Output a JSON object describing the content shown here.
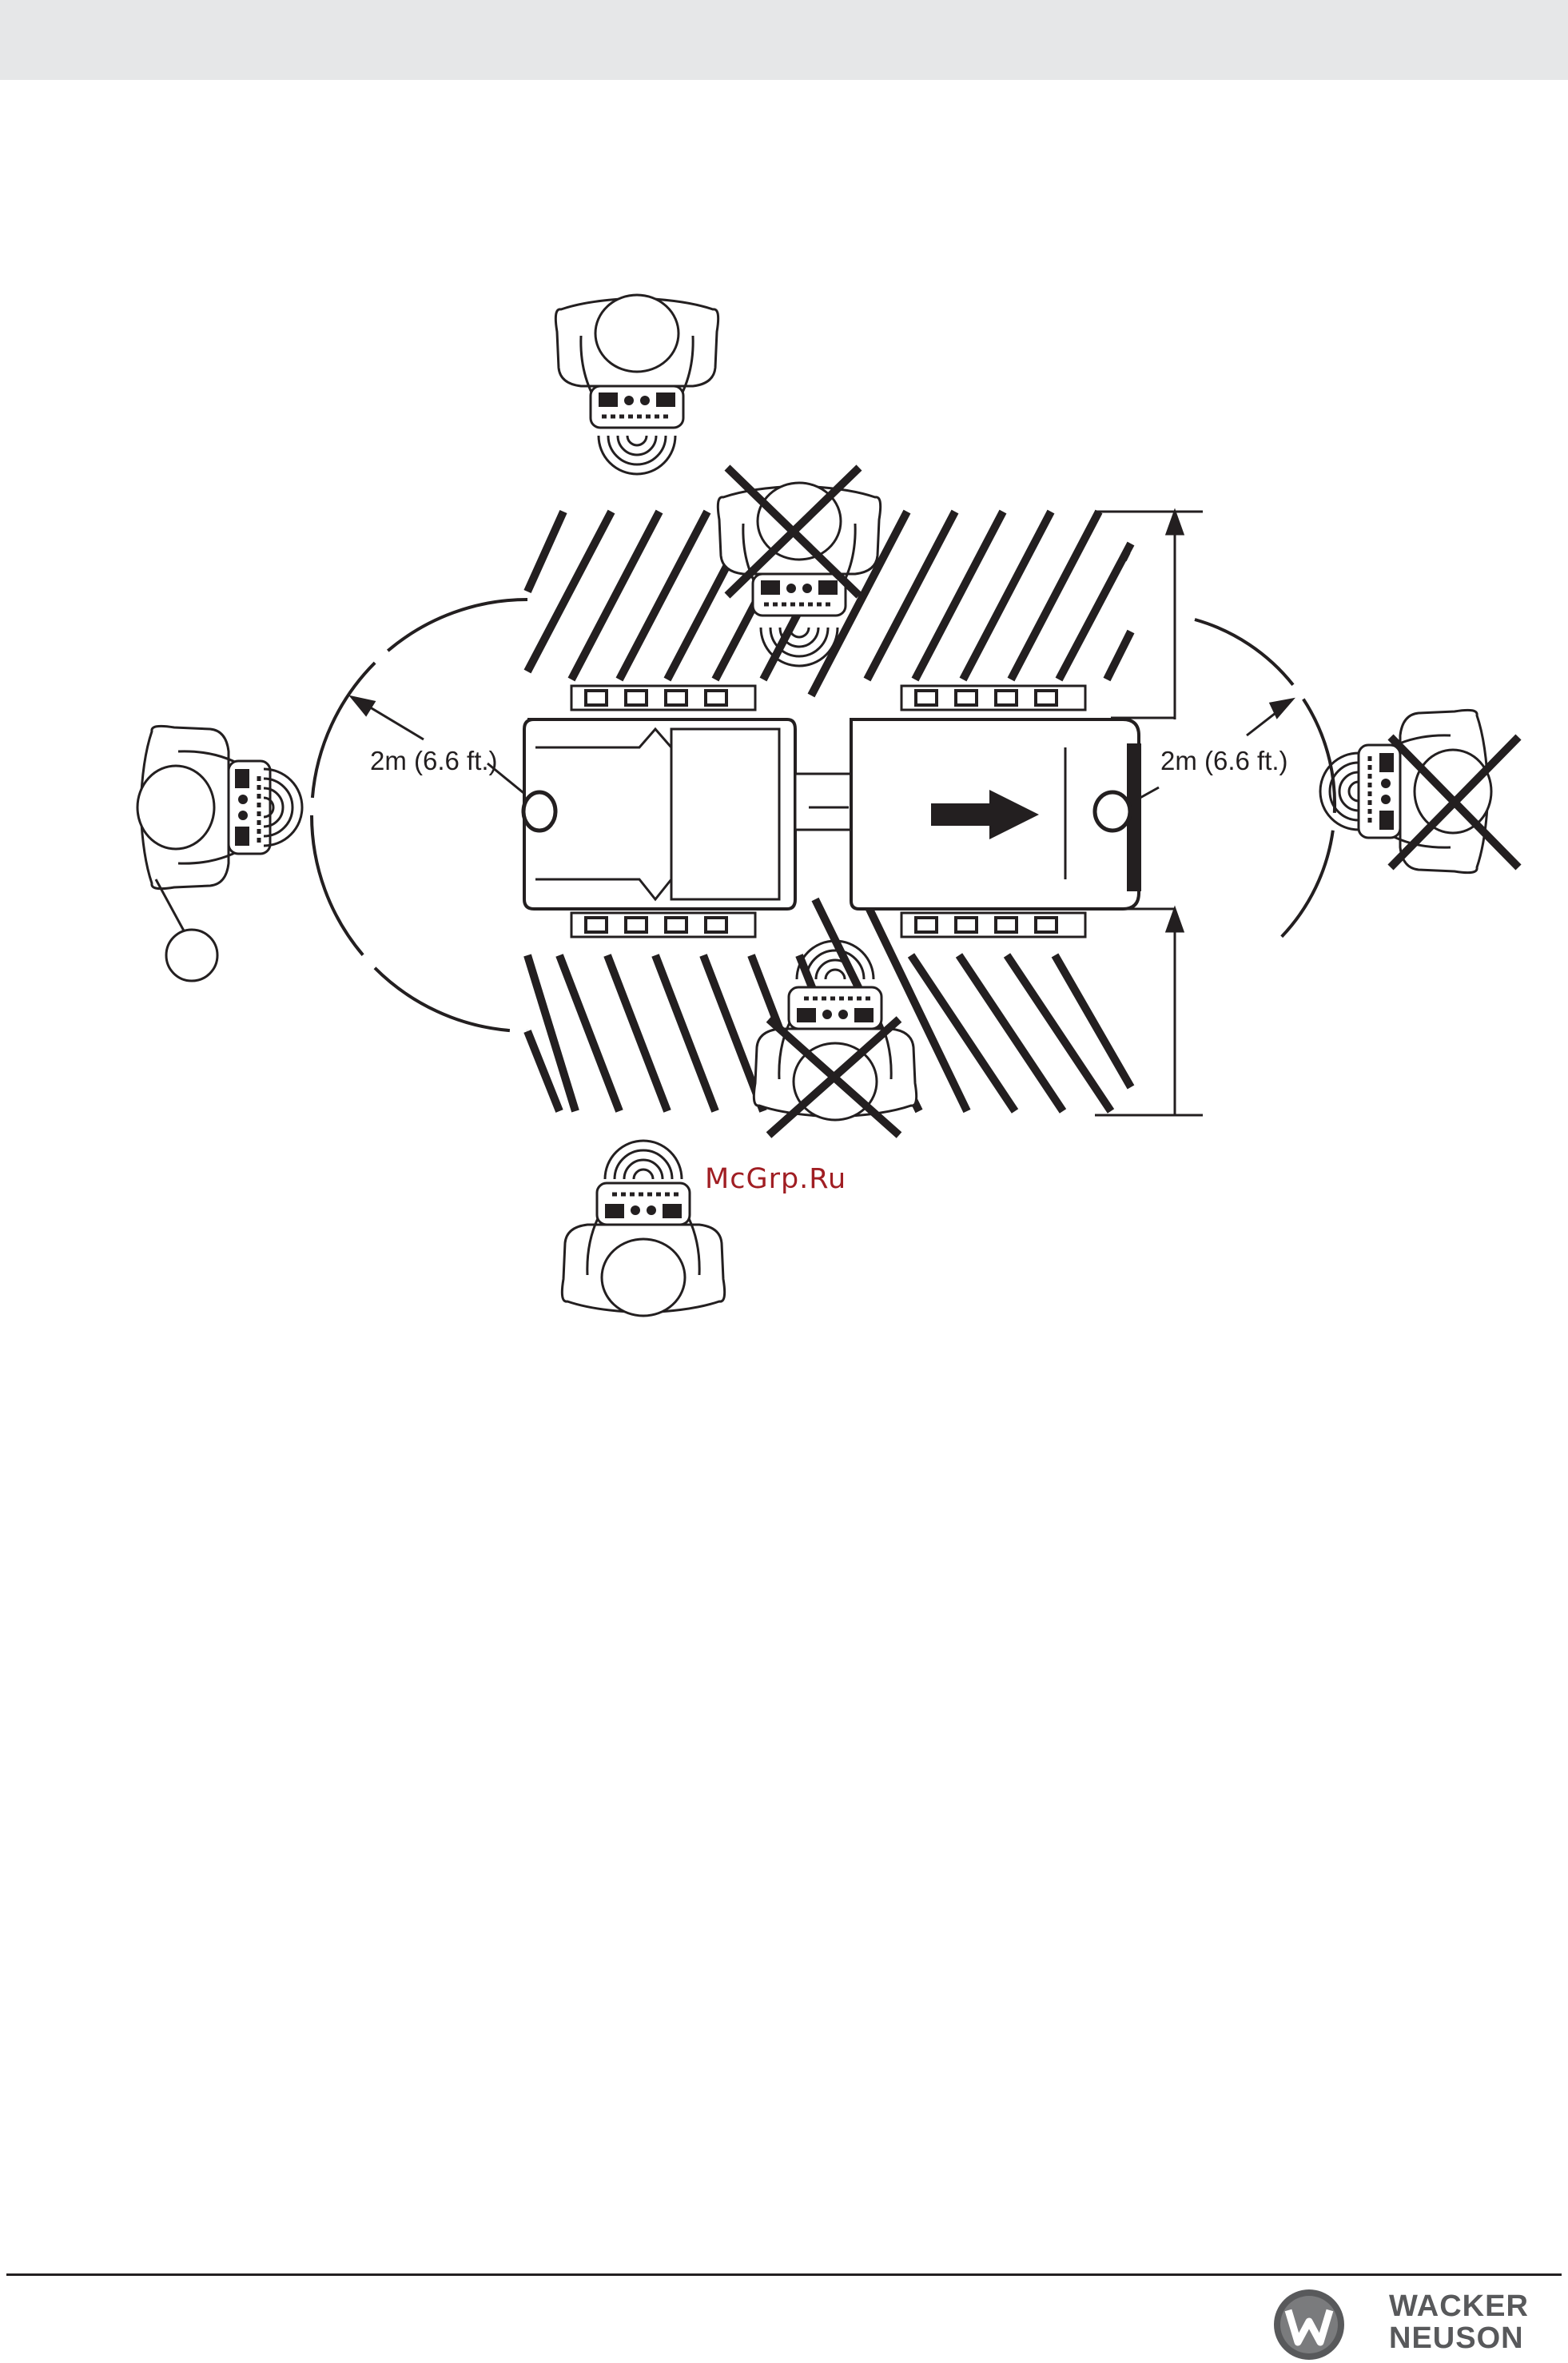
{
  "figure": {
    "distance_label_left": "2m (6.6 ft.)",
    "distance_label_right": "2m (6.6 ft.)"
  },
  "watermark": "McGrp.Ru",
  "logo": {
    "line1": "WACKER",
    "line2": "NEUSON",
    "mark_letter": "W"
  },
  "colors": {
    "header_band": "#e6e7e8",
    "line_art": "#231f20",
    "watermark": "#a01e23",
    "logo_gray": "#58595b"
  },
  "icons": [
    "operator-with-remote-icon",
    "prohibited-x-icon",
    "direction-arrow-icon",
    "signal-waves-icon",
    "callout-circle-icon"
  ]
}
